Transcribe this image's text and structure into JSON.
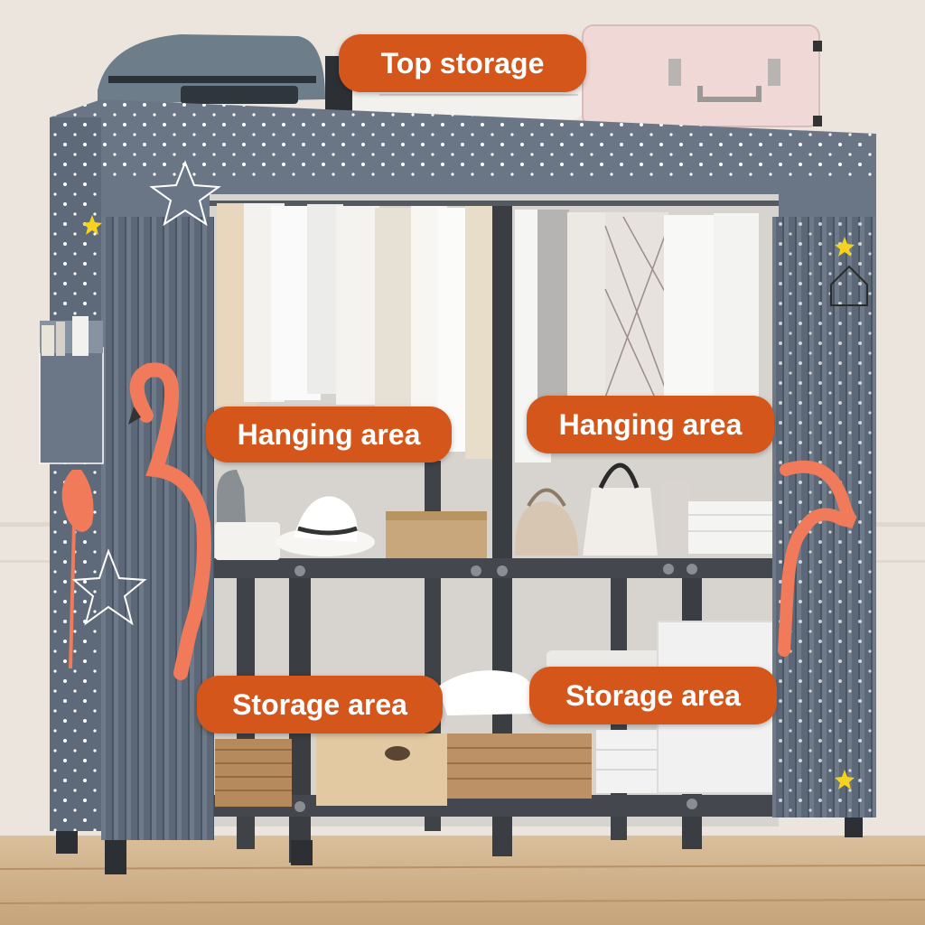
{
  "labels": {
    "top": "Top storage",
    "hanging_left": "Hanging area",
    "hanging_right": "Hanging area",
    "storage_left": "Storage area",
    "storage_right": "Storage area"
  },
  "colors": {
    "label_bg": "#d4561a",
    "cover": "#5f6b7a",
    "frame": "#3a3d42",
    "flamingo": "#f07a5a"
  }
}
